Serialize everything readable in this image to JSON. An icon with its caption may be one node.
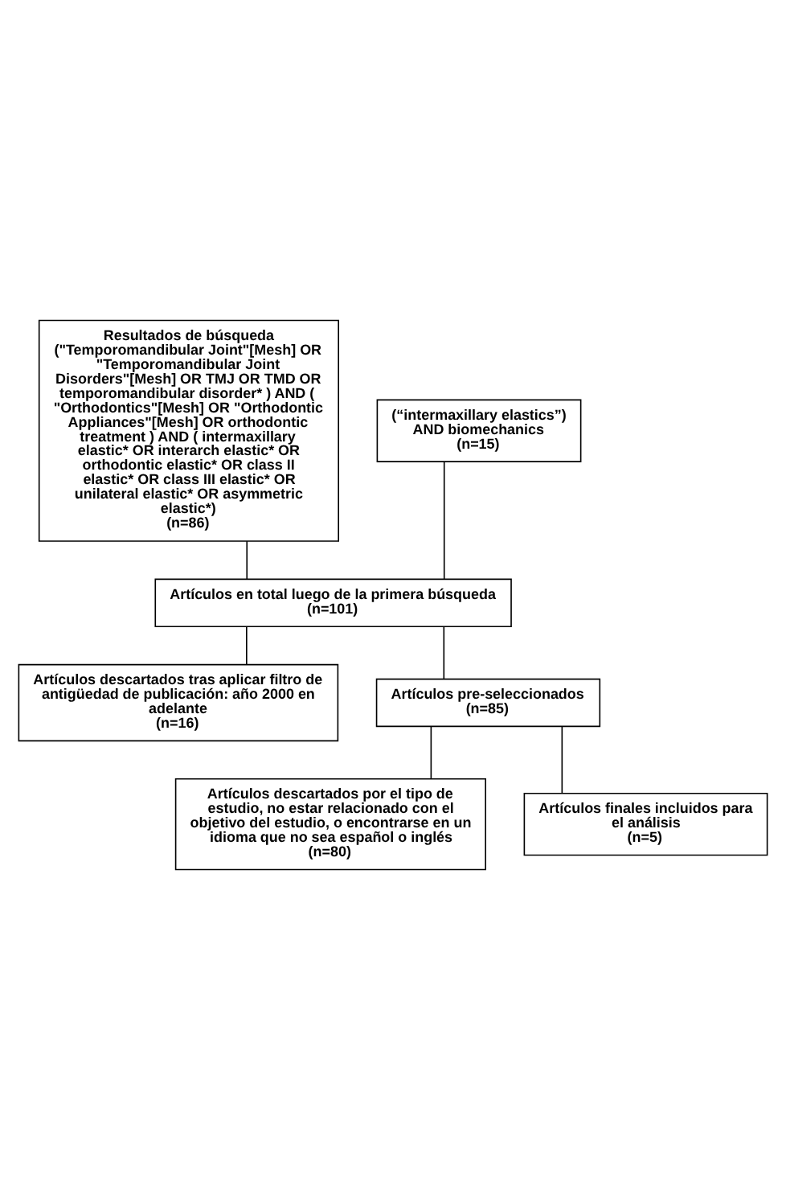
{
  "diagram": {
    "nodes": [
      {
        "text": [
          "Resultados de búsqueda (\"Temporomandibular Joint\"[Mesh] OR \"Temporomandibular Joint Disorders\"[Mesh] OR TMJ OR TMD OR temporomandibular disorder* ) AND ( \"Orthodontics\"[Mesh] OR \"Orthodontic Appliances\"[Mesh] OR orthodontic treatment ) AND ( intermaxillary elastic* OR interarch elastic* OR orthodontic elastic* OR class II elastic* OR class III elastic* OR unilateral elastic* OR asymmetric elastic*)",
          "(n=86)"
        ]
      },
      {
        "text": [
          "(“intermaxillary elastics”) AND biomechanics",
          "(n=15)"
        ]
      },
      {
        "text": [
          "Artículos en total luego de la primera búsqueda",
          "(n=101)"
        ]
      },
      {
        "text": [
          "Artículos descartados tras aplicar filtro de antigüedad de publicación: año 2000 en adelante",
          "(n=16)"
        ]
      },
      {
        "text": [
          "Artículos pre-seleccionados",
          "(n=85)"
        ]
      },
      {
        "text": [
          "Artículos descartados por el tipo de estudio, no estar relacionado con el objetivo del estudio, o encontrarse en un idioma que no sea español o inglés",
          "(n=80)"
        ]
      },
      {
        "text": [
          "Artículos finales incluidos para el análisis",
          "(n=5)"
        ]
      }
    ],
    "edges": [
      {
        "from": 0,
        "to": 2,
        "arrow": "none"
      },
      {
        "from": 1,
        "to": 2,
        "arrow": "none"
      },
      {
        "from": 2,
        "to": 3,
        "arrow": "none"
      },
      {
        "from": 2,
        "to": 4,
        "arrow": "none"
      },
      {
        "from": 4,
        "to": 5,
        "arrow": "none"
      },
      {
        "from": 4,
        "to": 6,
        "arrow": "none"
      }
    ]
  }
}
